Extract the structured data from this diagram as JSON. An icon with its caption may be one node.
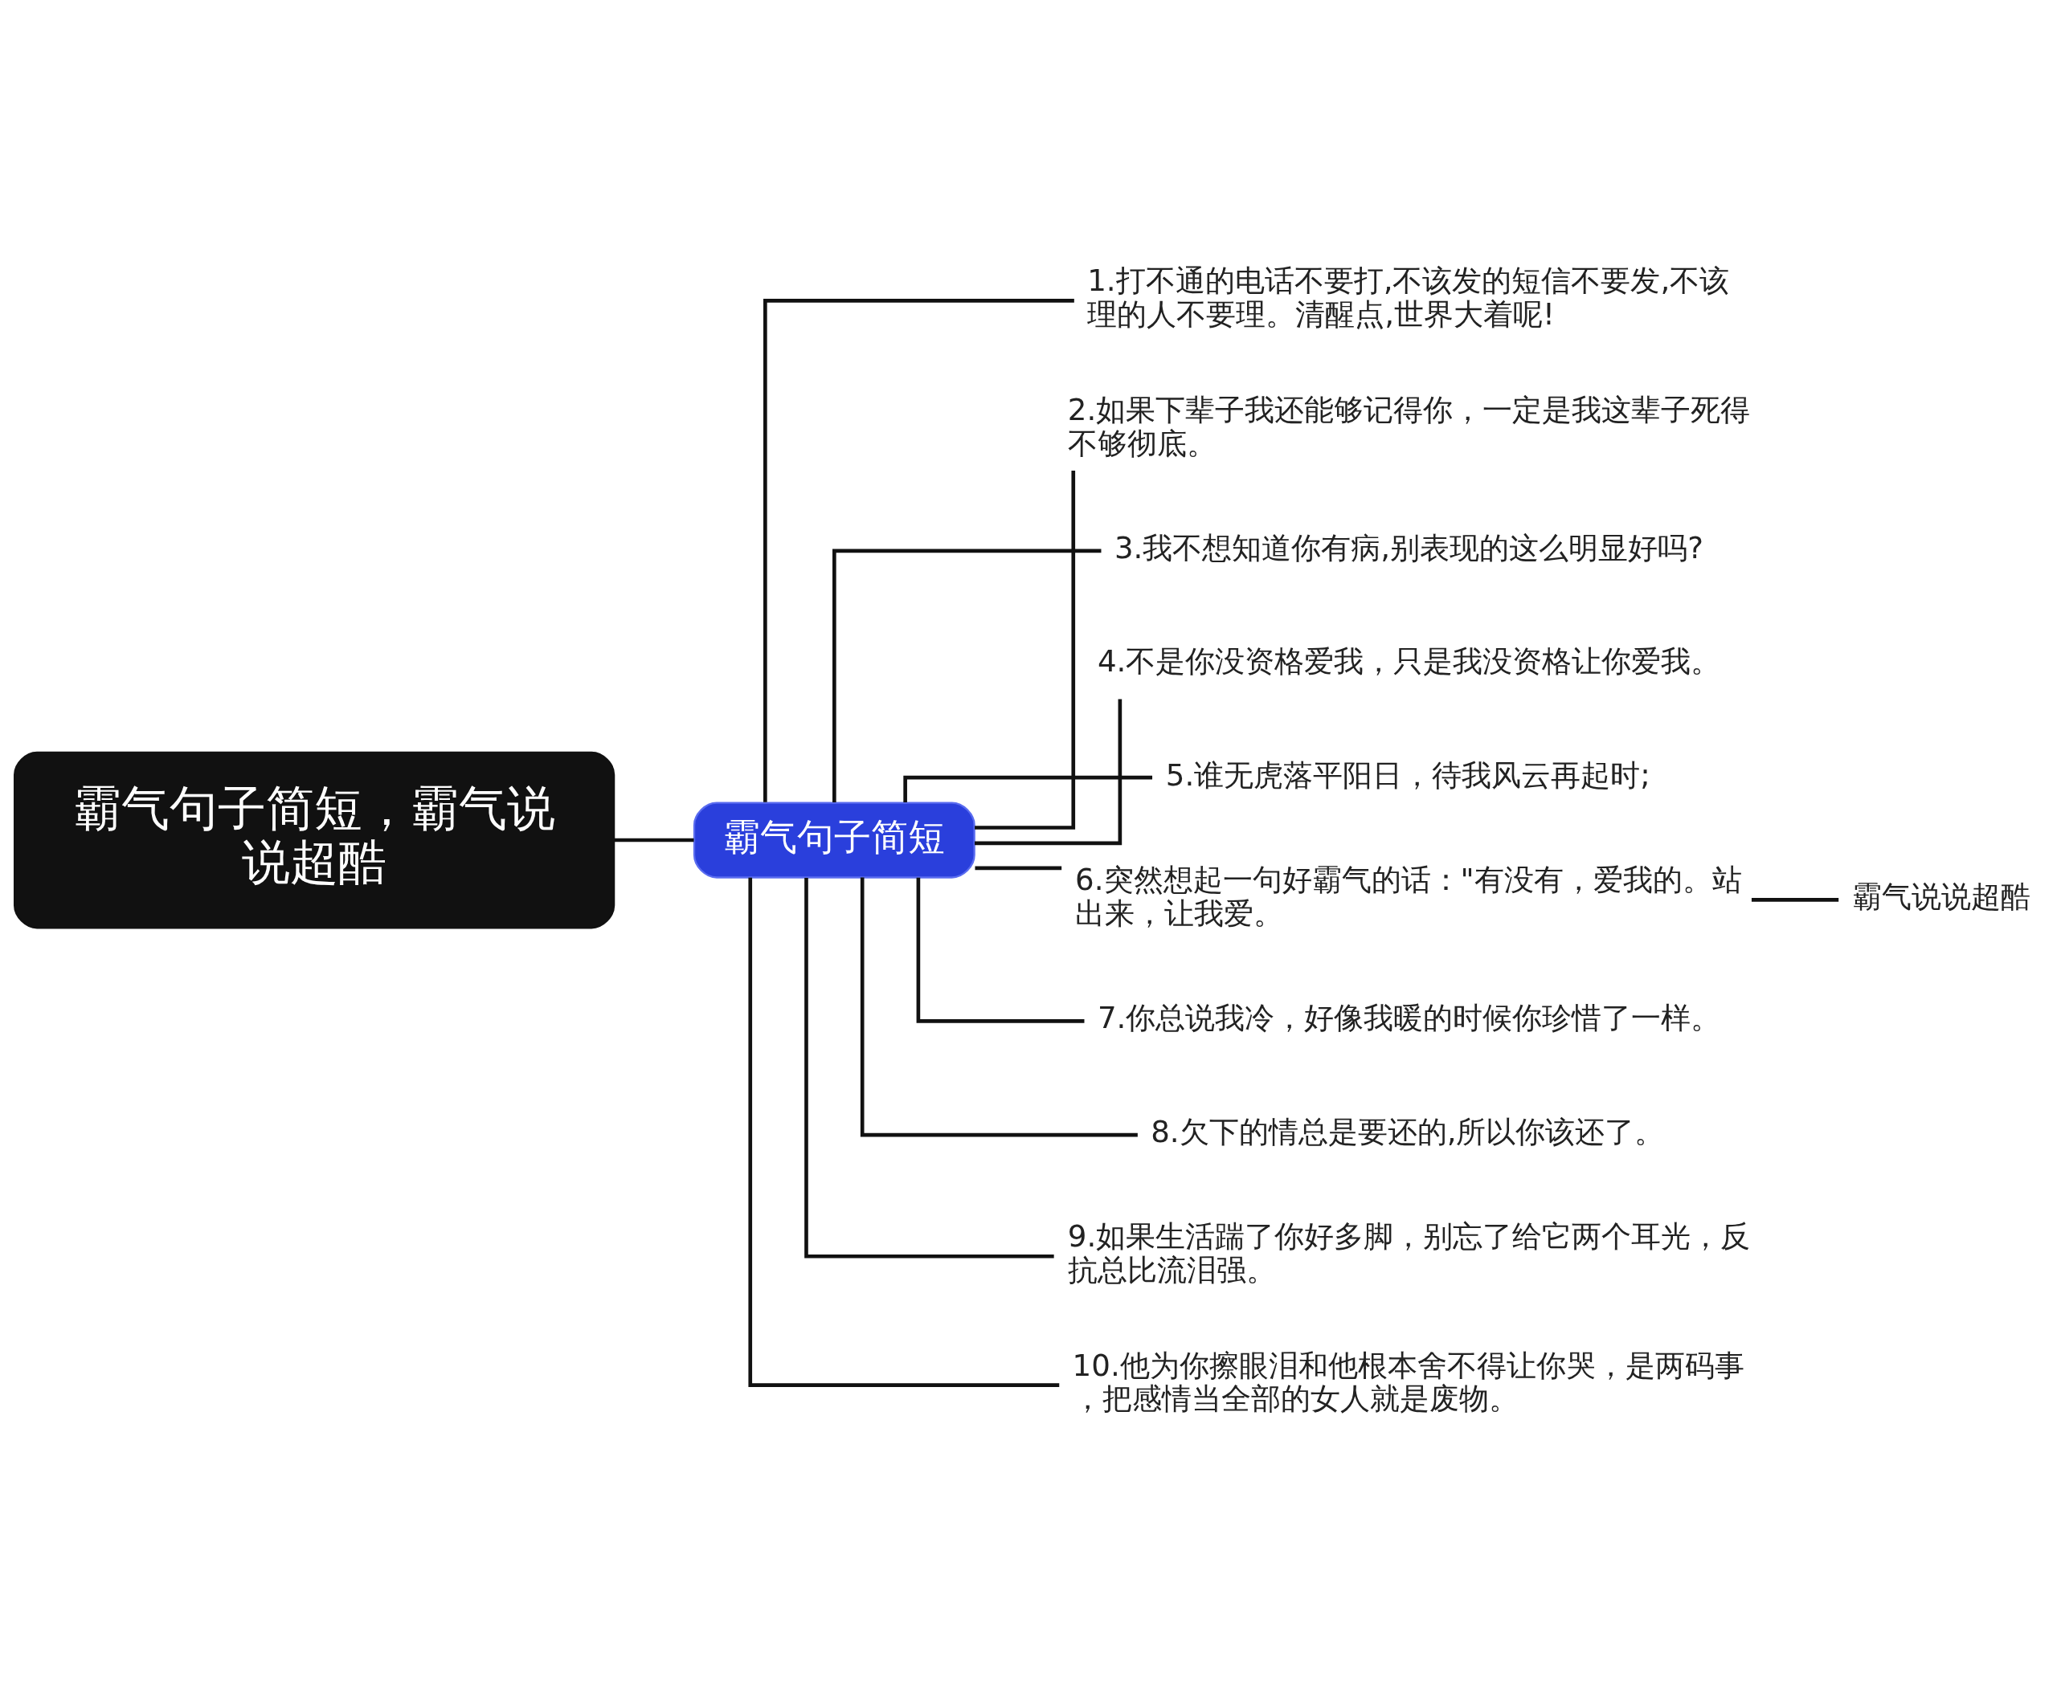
{
  "diagram": {
    "nodes": [
      {
        "text": [
          "霸气句子简短，霸气说说超酷"
        ]
      },
      {
        "text": [
          "霸气句子简短"
        ]
      },
      {
        "text": [
          "1.打不通的电话不要打,不该发的短信不要发,不该理的人不要理。清醒点,世界大着呢!"
        ]
      },
      {
        "text": [
          "2.如果下辈子我还能够记得你，一定是我这辈子死得不够彻底。"
        ]
      },
      {
        "text": [
          "3.我不想知道你有病,别表现的这么明显好吗?"
        ]
      },
      {
        "text": [
          "4.不是你没资格爱我，只是我没资格让你爱我。"
        ]
      },
      {
        "text": [
          "5.谁无虎落平阳日，待我风云再起时;"
        ]
      },
      {
        "text": [
          "6.突然想起一句好霸气的话：\"有没有，爱我的。站出来，让我爱。"
        ]
      },
      {
        "text": [
          "7.你总说我冷，好像我暖的时候你珍惜了一样。"
        ]
      },
      {
        "text": [
          "8.欠下的情总是要还的,所以你该还了。"
        ]
      },
      {
        "text": [
          "9.如果生活踹了你好多脚，别忘了给它两个耳光，反抗总比流泪强。"
        ]
      },
      {
        "text": [
          "10.他为你擦眼泪和他根本舍不得让你哭，是两码事，把感情当全部的女人就是废物。"
        ]
      },
      {
        "text": [
          "霸气说说超酷"
        ]
      }
    ],
    "edges": [
      {
        "from": 0,
        "to": 1,
        "arrow": "none"
      },
      {
        "from": 1,
        "to": 2,
        "arrow": "none"
      },
      {
        "from": 1,
        "to": 3,
        "arrow": "none"
      },
      {
        "from": 1,
        "to": 4,
        "arrow": "none"
      },
      {
        "from": 1,
        "to": 5,
        "arrow": "none"
      },
      {
        "from": 1,
        "to": 6,
        "arrow": "none"
      },
      {
        "from": 1,
        "to": 7,
        "arrow": "none"
      },
      {
        "from": 1,
        "to": 8,
        "arrow": "none"
      },
      {
        "from": 1,
        "to": 9,
        "arrow": "none"
      },
      {
        "from": 1,
        "to": 10,
        "arrow": "none"
      },
      {
        "from": 1,
        "to": 11,
        "arrow": "none"
      },
      {
        "from": 7,
        "to": 12,
        "arrow": "none"
      }
    ]
  }
}
